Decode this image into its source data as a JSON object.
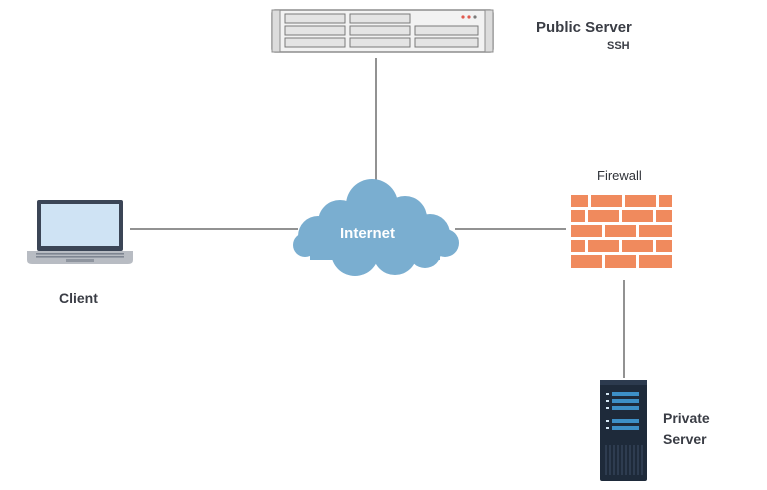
{
  "nodes": {
    "public_server": {
      "name": "Public Server",
      "protocol": "SSH"
    },
    "internet": {
      "name": "Internet"
    },
    "firewall": {
      "name": "Firewall"
    },
    "client": {
      "name": "Client"
    },
    "private_server": {
      "name_line1": "Private",
      "name_line2": "Server"
    }
  },
  "colors": {
    "cloud": "#7aaed0",
    "brick": "#f08a5d",
    "mortar": "#ffffff",
    "line": "#6e6e6e",
    "label_text": "#3a3d45",
    "server_dark": "#1e2a3a",
    "server_slot": "#3d8fc6"
  }
}
